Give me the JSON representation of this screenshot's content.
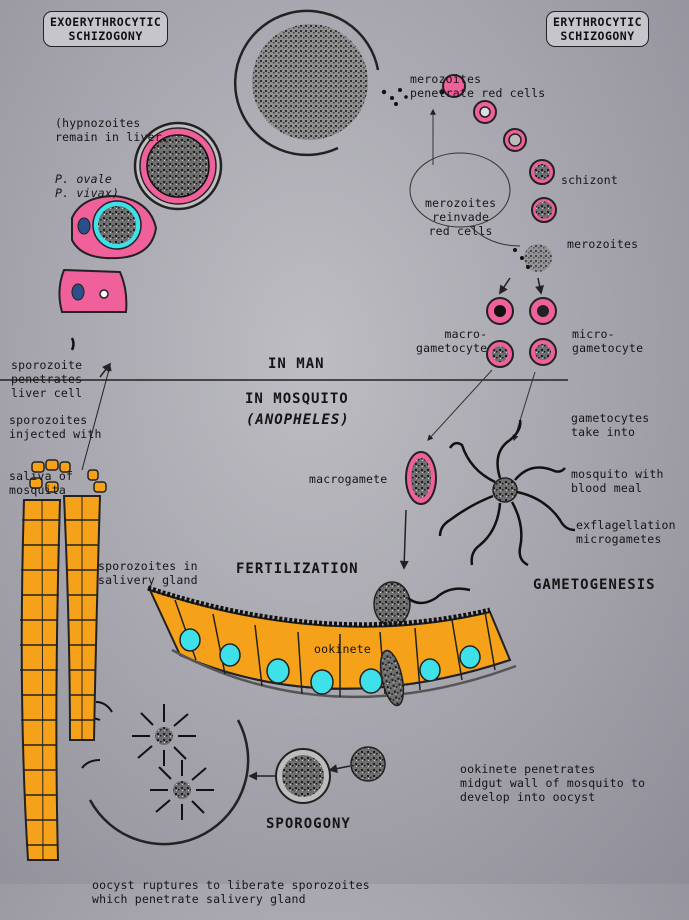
{
  "boxes": {
    "exo": [
      "EXOERYTHROCYTIC",
      "SCHIZOGONY"
    ],
    "ery": [
      "ERYTHROCYTIC",
      "SCHIZOGONY"
    ]
  },
  "labels": {
    "merozoites_penetrate": [
      "merozoites",
      "penetrate red cells"
    ],
    "merozoites_reinvade": [
      "merozoites",
      "reinvade",
      "red cells"
    ],
    "schizont": "schizont",
    "merozoites": "merozoites",
    "hypnozoites": [
      "(hypnozoites",
      "remain in liver,",
      "P. ovale",
      "P. vivax)"
    ],
    "sporozoite_penetrates": [
      "sporozoite",
      "penetrates",
      "liver cell"
    ],
    "macrogametocyte": [
      "macro-",
      "gametocyte"
    ],
    "microgametocyte": [
      "micro-",
      "gametocyte"
    ],
    "in_man": "IN MAN",
    "in_mosquito": "IN MOSQUITO",
    "anopheles": "(ANOPHELES)",
    "sporozoites_injected": [
      "sporozoites",
      "injected with",
      "saliva of",
      "mosquita"
    ],
    "gametocytes_taken": [
      "gametocytes",
      "take into",
      "mosquito with",
      "blood meal"
    ],
    "macrogamete": "macrogamete",
    "exflagellation": [
      "exflagellation",
      "microgametes"
    ],
    "sporozoites_gland": [
      "sporozoites in",
      "salivery gland"
    ],
    "fertilization": "FERTILIZATION",
    "gametogenesis": "GAMETOGENESIS",
    "ookinete": "ookinete",
    "ookinete_penetrates": [
      "ookinete penetrates",
      "midgut wall of mosquito to",
      "develop into oocyst"
    ],
    "sporogony": "SPOROGONY",
    "oocyst_ruptures": [
      "oocyst ruptures to liberate sporozoites",
      "which penetrate salivery gland"
    ]
  },
  "colors": {
    "background": "#a9a8b0",
    "pink": "#f0609a",
    "orange": "#f5a21a",
    "cyan": "#3ee0ea",
    "dark": "#222222"
  }
}
